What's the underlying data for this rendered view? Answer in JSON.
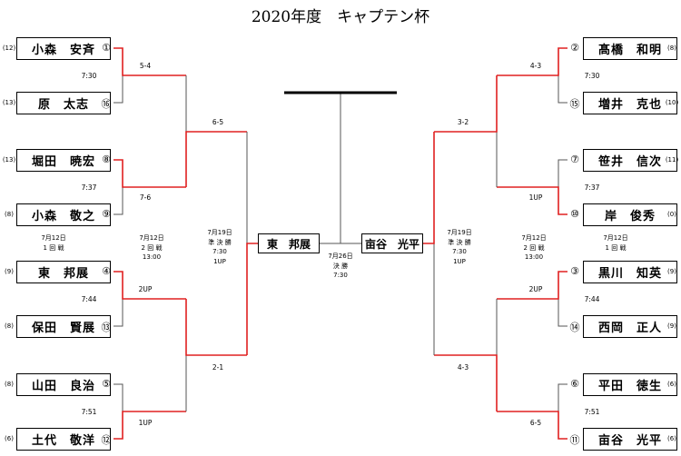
{
  "title": "2020年度　キャプテン杯",
  "left_players": [
    {
      "name": "小森　安斉",
      "seed": "①",
      "hc": "(12)"
    },
    {
      "name": "原　太志",
      "seed": "⑯",
      "hc": "(13)"
    },
    {
      "name": "堀田　暁宏",
      "seed": "⑧",
      "hc": "(13)"
    },
    {
      "name": "小森　敬之",
      "seed": "⑨",
      "hc": "(8)"
    },
    {
      "name": "東　邦展",
      "seed": "④",
      "hc": "(9)"
    },
    {
      "name": "保田　賢展",
      "seed": "⑬",
      "hc": "(8)"
    },
    {
      "name": "山田　良治",
      "seed": "⑤",
      "hc": "(8)"
    },
    {
      "name": "土代　敬洋",
      "seed": "⑫",
      "hc": "(6)"
    }
  ],
  "right_players": [
    {
      "name": "髙橋　和明",
      "seed": "②",
      "hc": "(8)"
    },
    {
      "name": "増井　克也",
      "seed": "⑮",
      "hc": "(10)"
    },
    {
      "name": "笹井　信次",
      "seed": "⑦",
      "hc": "(11)"
    },
    {
      "name": "岸　俊秀",
      "seed": "⑩",
      "hc": "(0)"
    },
    {
      "name": "黒川　知英",
      "seed": "③",
      "hc": "(9)"
    },
    {
      "name": "西岡　正人",
      "seed": "⑭",
      "hc": "(9)"
    },
    {
      "name": "平田　徳生",
      "seed": "⑥",
      "hc": "(6)"
    },
    {
      "name": "亩谷　光平",
      "seed": "⑪",
      "hc": "(6)"
    }
  ],
  "left_r1": [
    {
      "score": "5-4",
      "time": "7:30"
    },
    {
      "score": "7-6",
      "time": "7:37"
    },
    {
      "score": "2UP",
      "time": "7:44"
    },
    {
      "score": "1UP",
      "time": "7:51"
    }
  ],
  "right_r1": [
    {
      "score": "4-3",
      "time": "7:30"
    },
    {
      "score": "1UP",
      "time": "7:37"
    },
    {
      "score": "2UP",
      "time": "7:44"
    },
    {
      "score": "6-5",
      "time": "7:51"
    }
  ],
  "left_r2": [
    "6-5",
    "2-1"
  ],
  "right_r2": [
    "3-2",
    "4-3"
  ],
  "r1_info": [
    "7月12日",
    "1 回 戦"
  ],
  "r2_info": [
    "7月12日",
    "2 回 戦",
    "13:00"
  ],
  "semi_info": [
    "7月19日",
    "準 決 勝",
    "7:30",
    "1UP"
  ],
  "final_info": [
    "7月26日",
    "決 勝",
    "7:30"
  ],
  "finalists": {
    "left": "東　邦展",
    "right": "亩谷　光平"
  }
}
